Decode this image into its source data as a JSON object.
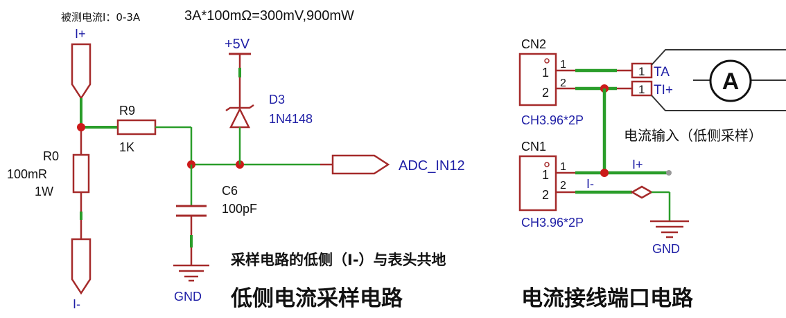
{
  "header": {
    "range_note": "被测电流I：0-3A",
    "power_calc": "3A*100mΩ=300mV,900mW"
  },
  "left_circuit": {
    "port_top": "I+",
    "port_bottom": "I-",
    "r0": {
      "ref": "R0",
      "value": "100mR",
      "power": "1W"
    },
    "r9": {
      "ref": "R9",
      "value": "1K"
    },
    "d3": {
      "ref": "D3",
      "value": "1N4148"
    },
    "c6": {
      "ref": "C6",
      "value": "100pF"
    },
    "vcc": "+5V",
    "gnd": "GND",
    "adc_net": "ADC_IN12",
    "note": "采样电路的低侧（I-）与表头共地",
    "title": "低侧电流采样电路"
  },
  "right_circuit": {
    "cn2": {
      "ref": "CN2",
      "pin1": "1",
      "pin2": "2",
      "type": "CH3.96*2P"
    },
    "cn1": {
      "ref": "CN1",
      "pin1": "1",
      "pin2": "2",
      "type": "CH3.96*2P"
    },
    "meter": {
      "symbol": "A",
      "pin1": "1",
      "pin2": "1",
      "label_ta": "TA",
      "label_ti": "TI+"
    },
    "input_label": "电流输入（低侧采样）",
    "net_iplus": "I+",
    "net_iminus": "I-",
    "gnd": "GND",
    "title": "电流接线端口电路"
  },
  "colors": {
    "wire": "#2a9d2a",
    "component": "#a52a2a",
    "junction": "#cc1a1a",
    "label_text": "#1f1fa6",
    "dark": "#333333"
  }
}
